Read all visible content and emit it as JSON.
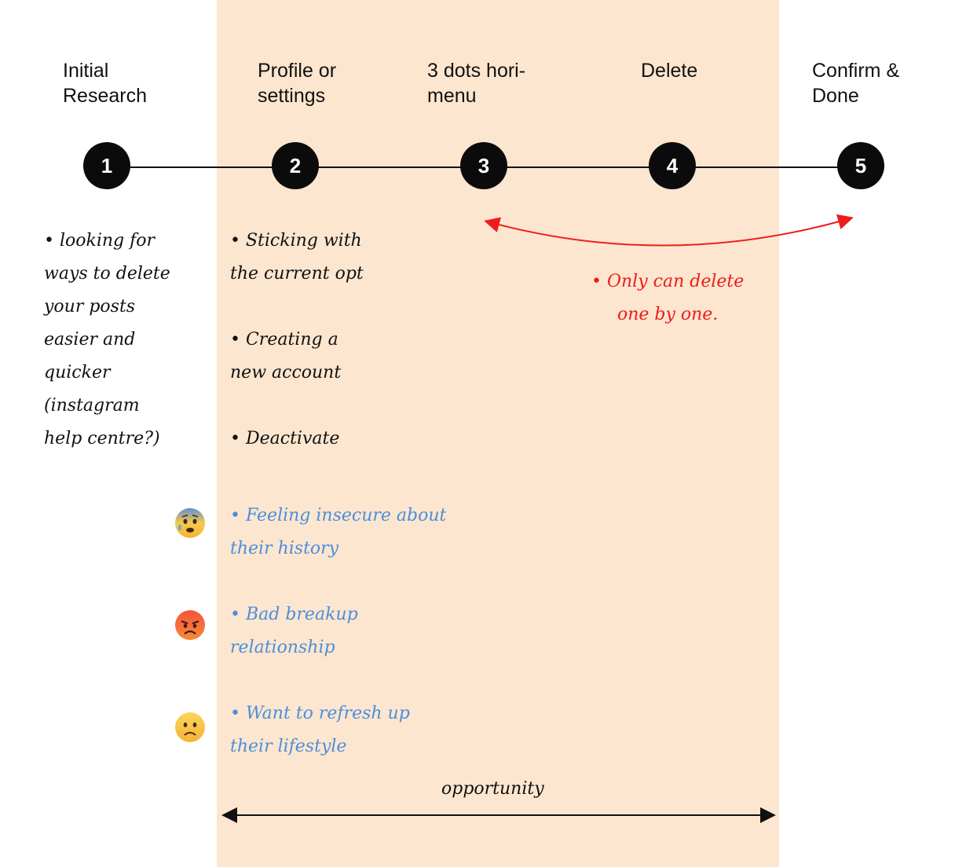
{
  "steps": [
    {
      "number": "1",
      "title": "Initial\nResearch"
    },
    {
      "number": "2",
      "title": "Profile or\nsettings"
    },
    {
      "number": "3",
      "title": "3 dots hori-\nmenu"
    },
    {
      "number": "4",
      "title": "Delete"
    },
    {
      "number": "5",
      "title": "Confirm &\nDone"
    }
  ],
  "notes": {
    "research": "• looking for\nways to delete\nyour posts\neasier and\nquicker\n(instagram\nhelp centre?)",
    "sticking": "• Sticking with\nthe current opt",
    "creating": "• Creating a\nnew account",
    "deactivate": "• Deactivate",
    "only_delete": "• Only can delete\none by one."
  },
  "feelings": [
    {
      "emoji": "anxious-sweat-face-icon",
      "text": "• Feeling insecure about\ntheir history"
    },
    {
      "emoji": "angry-face-icon",
      "text": "• Bad breakup\nrelationship"
    },
    {
      "emoji": "slightly-frowning-face-icon",
      "text": "• Want to refresh up\ntheir lifestyle"
    }
  ],
  "opportunity": "opportunity",
  "colors": {
    "band": "#fde6cf",
    "feeling_text": "#4a8fdc",
    "pain_point": "#ee1c1c",
    "circle": "#0b0b0b"
  }
}
